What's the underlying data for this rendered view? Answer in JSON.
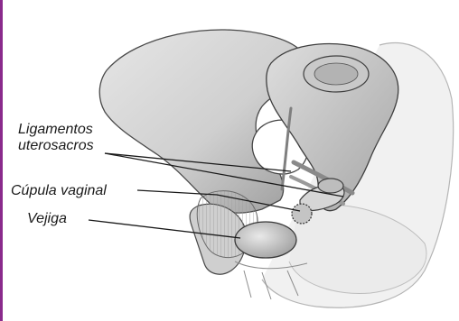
{
  "labels": {
    "ligamentos_line1": "Ligamentos",
    "ligamentos_line2": "uterosacros",
    "cupula": "Cúpula vaginal",
    "vejiga": "Vejiga"
  },
  "colors": {
    "accent_bar": "#8a2a8c",
    "bone_fill": "#d9d9d9",
    "bone_shadow": "#a9a9a9",
    "soft_tissue": "#ececec",
    "outline": "#3a3a3a"
  }
}
